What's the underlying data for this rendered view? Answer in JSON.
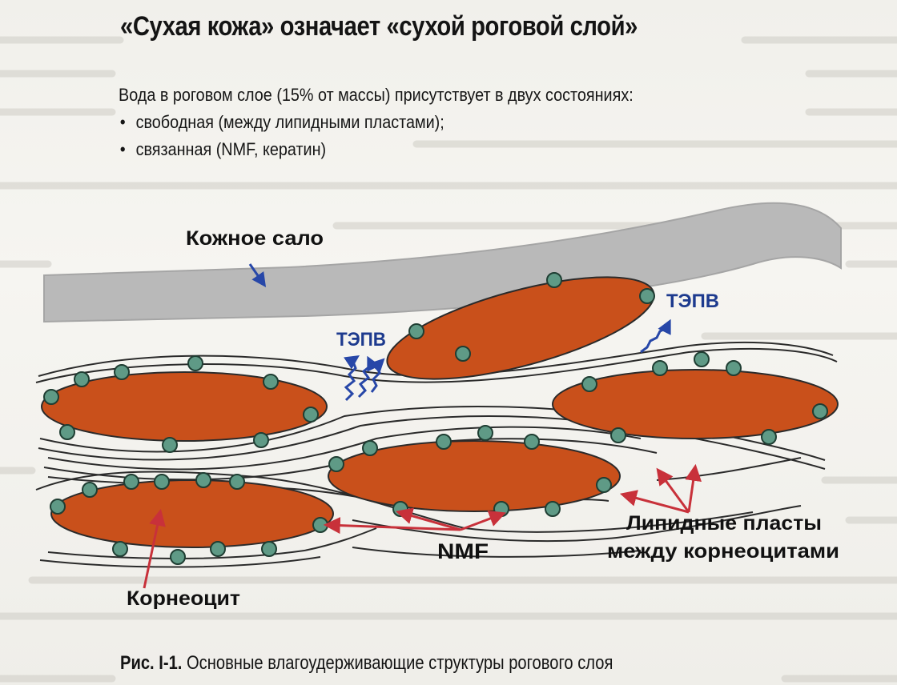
{
  "title": "«Сухая кожа» означает «сухой роговой слой»",
  "intro": {
    "lead": "Вода в роговом слое (15% от массы) присутствует в двух состояниях:",
    "items": [
      "свободная (между липидными пластами);",
      "связанная (NMF, кератин)"
    ]
  },
  "diagram": {
    "labels": {
      "sebum": "Кожное сало",
      "tewl_left": "ТЭПВ",
      "tewl_right": "ТЭПВ",
      "nmf": "NMF",
      "lipid_line1": "Липидные пласты",
      "lipid_line2": "между корнеоцитами",
      "corneocyte": "Корнеоцит"
    },
    "colors": {
      "sebum": "#b9b9b9",
      "corneocyte": "#c9501b",
      "nmf_dot": "#5f9a86",
      "arrow_red": "#c8313a",
      "arrow_blue": "#2747a8",
      "lipid_line": "#333333"
    }
  },
  "caption": {
    "number": "Рис. I-1.",
    "text": "Основные влагоудерживающие структуры рогового слоя"
  }
}
